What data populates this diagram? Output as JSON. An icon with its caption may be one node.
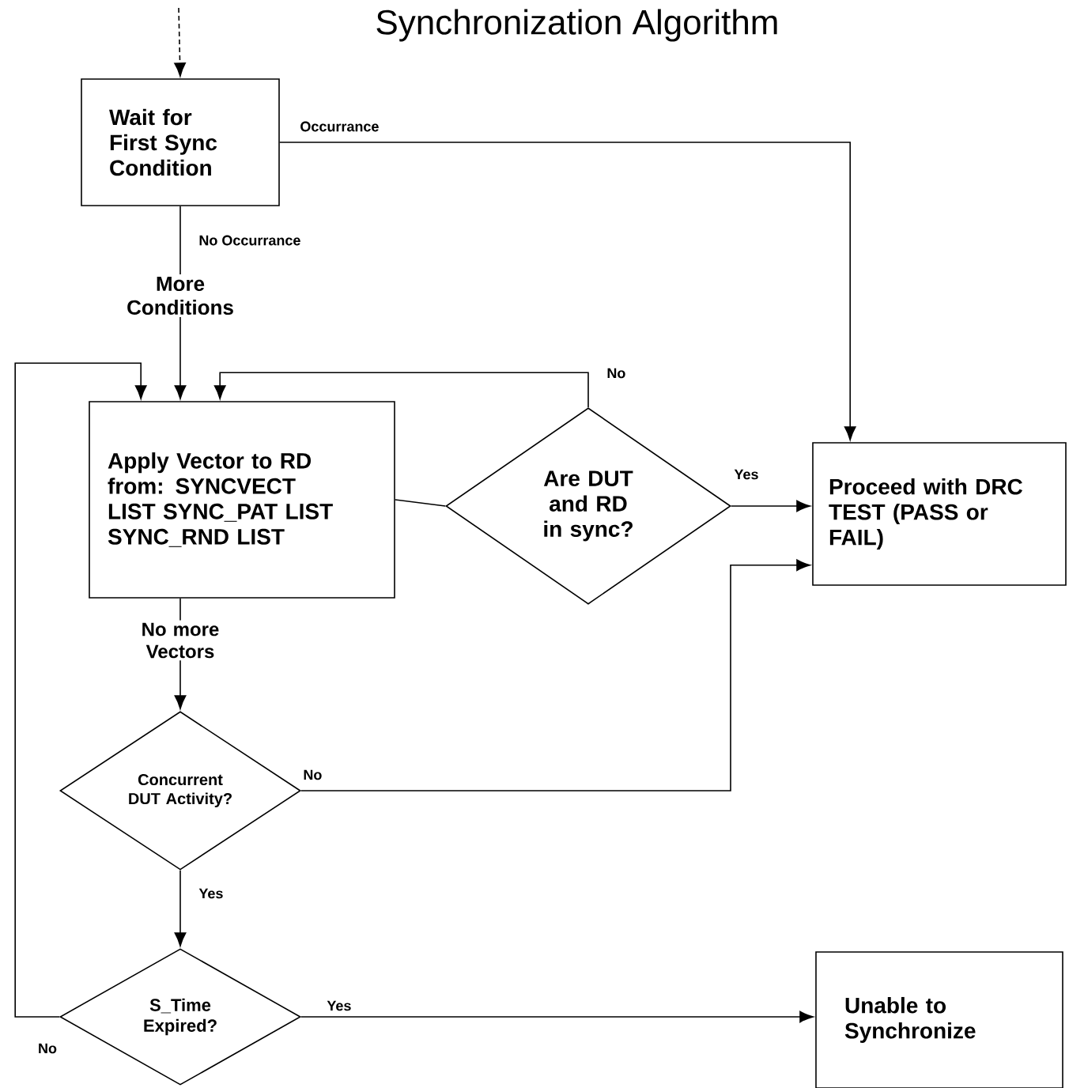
{
  "diagram": {
    "title": "Synchronization Algorithm",
    "nodes": [
      {
        "text": [
          "Wait for First Sync Condition"
        ]
      },
      {
        "text": [
          "Apply Vector to RD from: SYNCVECT LIST SYNC_PAT LIST SYNC_RND LIST"
        ]
      },
      {
        "text": [
          "Are DUT and RD in sync?"
        ]
      },
      {
        "text": [
          "Proceed with DRC TEST (PASS or FAIL)"
        ]
      },
      {
        "text": [
          "Concurrent DUT Activity?"
        ]
      },
      {
        "text": [
          "S_Time Expired?"
        ]
      },
      {
        "text": [
          "Unable to Synchronize"
        ]
      }
    ],
    "edges": [
      {
        "from": null,
        "to": 0,
        "arrow": "to",
        "style": "dashed"
      },
      {
        "from": 0,
        "to": 1,
        "arrow": "to",
        "label": "No Occurrance"
      },
      {
        "from": 0,
        "to": 3,
        "arrow": "to",
        "label": "Occurrance"
      },
      {
        "from": 1,
        "to": 2,
        "arrow": "none"
      },
      {
        "from": 2,
        "to": 1,
        "arrow": "to",
        "label": "No"
      },
      {
        "from": 2,
        "to": 3,
        "arrow": "to",
        "label": "Yes"
      },
      {
        "from": 1,
        "to": 4,
        "arrow": "to",
        "label": "No more Vectors"
      },
      {
        "from": 4,
        "to": 3,
        "arrow": "to",
        "label": "No"
      },
      {
        "from": 4,
        "to": 5,
        "arrow": "to",
        "label": "Yes"
      },
      {
        "from": 5,
        "to": 6,
        "arrow": "to",
        "label": "Yes"
      },
      {
        "from": 5,
        "to": 1,
        "arrow": "to",
        "label": "No"
      }
    ],
    "labels": [
      "More Conditions"
    ]
  }
}
